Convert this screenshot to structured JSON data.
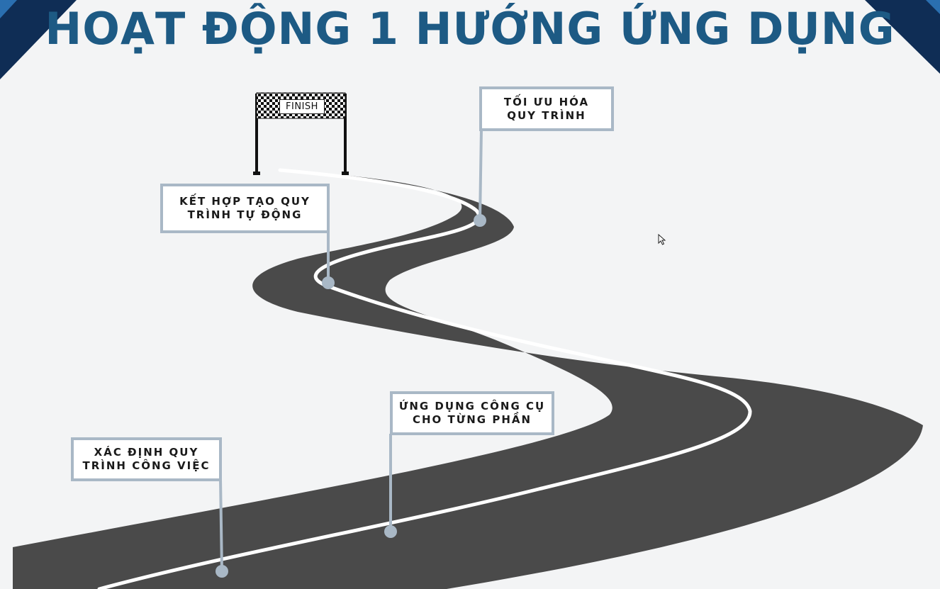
{
  "title": "HOẠT ĐỘNG 1 HƯỚNG ỨNG DỤNG",
  "finish_label": "FINISH",
  "milestones": [
    {
      "label": "XÁC ĐỊNH QUY TRÌNH CÔNG VIỆC"
    },
    {
      "label": "ỨNG DỤNG CÔNG CỤ CHO TỪNG PHẦN"
    },
    {
      "label": "KẾT HỢP TẠO QUY TRÌNH TỰ ĐỘNG"
    },
    {
      "label": "TỐI ƯU HÓA QUY TRÌNH"
    }
  ],
  "colors": {
    "title": "#1d5a84",
    "road": "#4a4a4a",
    "road_line": "#ffffff",
    "sign_border": "#a9b8c6",
    "corner": "#0f2d55"
  },
  "icons": {
    "cursor": "mouse-pointer-icon"
  }
}
